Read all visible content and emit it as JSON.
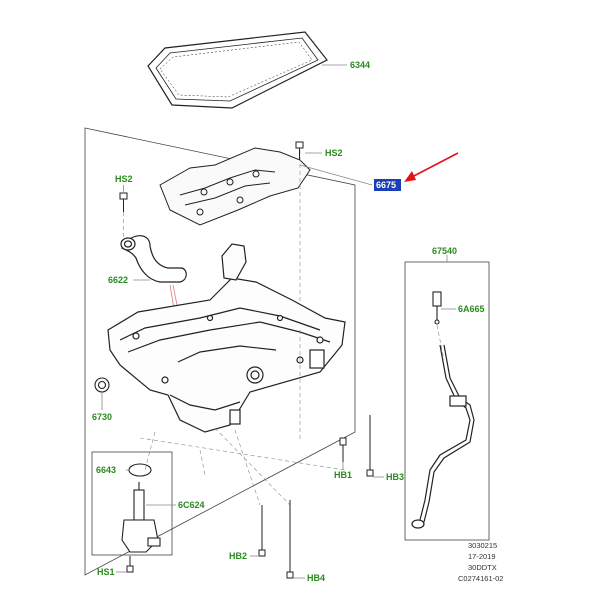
{
  "labels": {
    "p6344": "6344",
    "hs2_top": "HS2",
    "hs2_left": "HS2",
    "p6675": "6675",
    "p67540": "67540",
    "p6622": "6622",
    "p6A665": "6A665",
    "p6730": "6730",
    "p6643": "6643",
    "hb1": "HB1",
    "hb3": "HB3",
    "p6C624": "6C624",
    "hb2": "HB2",
    "hs1": "HS1",
    "hb4": "HB4"
  },
  "meta": {
    "line1": "3030215",
    "line2": "17-2019",
    "line3": "30DDTX",
    "line4": "C0274161-02"
  },
  "colors": {
    "label_green": "#2a8a1e",
    "highlight_blue": "#1a3fb8",
    "arrow_red": "#e0141a",
    "line": "#222222",
    "leader": "#888888"
  }
}
